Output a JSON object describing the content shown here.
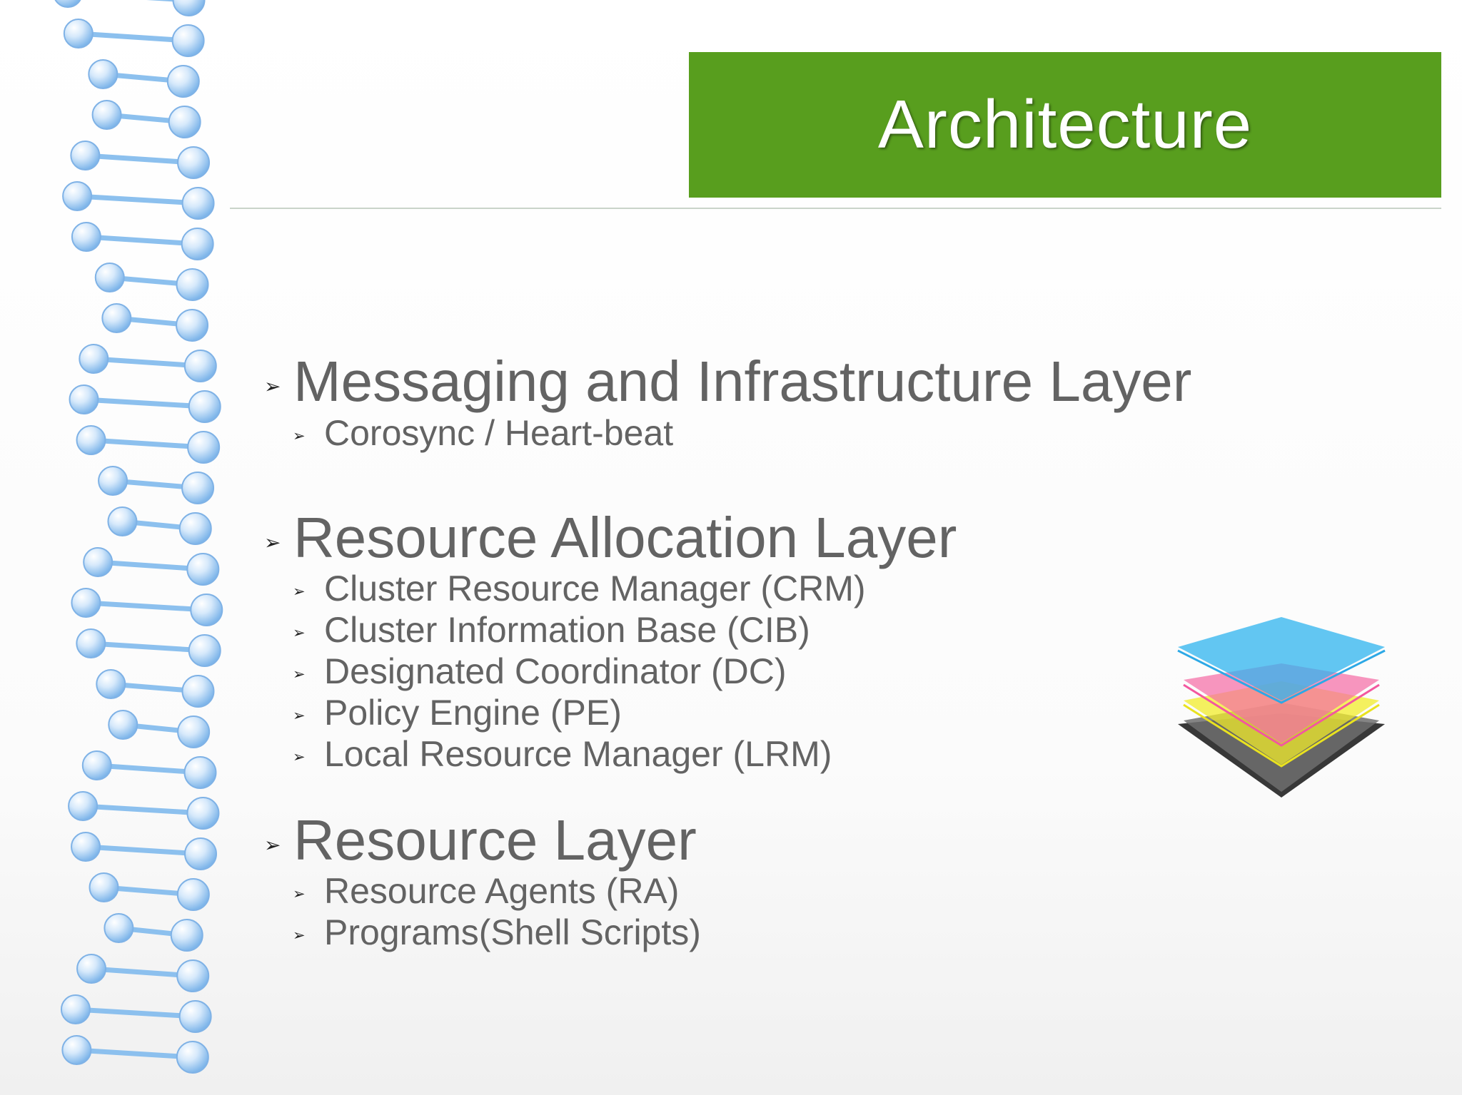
{
  "slide": {
    "title": "Architecture",
    "sections": [
      {
        "heading": "Messaging and Infrastructure Layer",
        "items": [
          "Corosync / Heart-beat"
        ]
      },
      {
        "heading": "Resource Allocation Layer",
        "items": [
          "Cluster Resource Manager (CRM)",
          "Cluster Information Base (CIB)",
          "Designated Coordinator (DC)",
          "Policy Engine (PE)",
          "Local Resource Manager (LRM)"
        ]
      },
      {
        "heading": "Resource Layer",
        "items": [
          "Resource Agents (RA)",
          "Programs(Shell Scripts)"
        ]
      }
    ],
    "bullet_glyph": "➢"
  },
  "colors": {
    "title_bg": "#589e1e",
    "title_text": "#ffffff",
    "body_text": "#636363",
    "layer_colors": [
      "#2fb9ef",
      "#f95fb1",
      "#fbf336",
      "#555555"
    ]
  },
  "images": {
    "dna": "dna-helix-decoration",
    "layers": "stacked-layers-icon"
  }
}
